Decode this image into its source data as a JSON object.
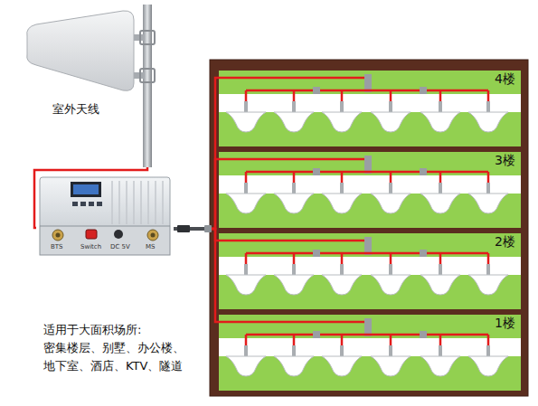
{
  "diagram": {
    "nodes": [
      {
        "text": [
          "室外天线"
        ]
      },
      {
        "text": [
          "BTS",
          "Switch",
          "DC 5V",
          "MS"
        ]
      },
      {
        "text": [
          "4楼"
        ]
      },
      {
        "text": [
          "3楼"
        ]
      },
      {
        "text": [
          "2楼"
        ]
      },
      {
        "text": [
          "1楼"
        ]
      }
    ],
    "edges": [
      {
        "from": 0,
        "to": 1,
        "arrow": "none"
      },
      {
        "from": 1,
        "to": 2,
        "arrow": "none"
      },
      {
        "from": 1,
        "to": 3,
        "arrow": "none"
      },
      {
        "from": 1,
        "to": 4,
        "arrow": "none"
      },
      {
        "from": 1,
        "to": 5,
        "arrow": "none"
      }
    ],
    "labels": [
      "适用于大面积场所: 密集楼层、别墅、办公楼、 地下室、酒店、KTV、隧道"
    ]
  }
}
